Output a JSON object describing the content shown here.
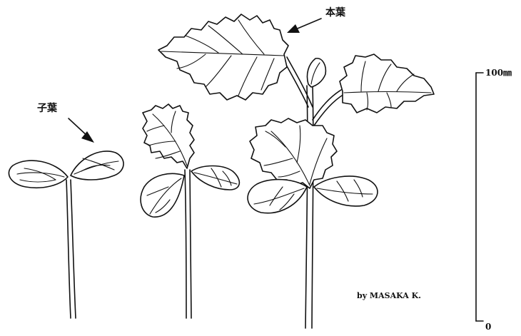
{
  "labels": {
    "cotyledon": "子葉",
    "true_leaf": "本葉",
    "scale_top": "100㎜",
    "scale_bottom": "0",
    "credit": "by  MASAKA  K."
  }
}
